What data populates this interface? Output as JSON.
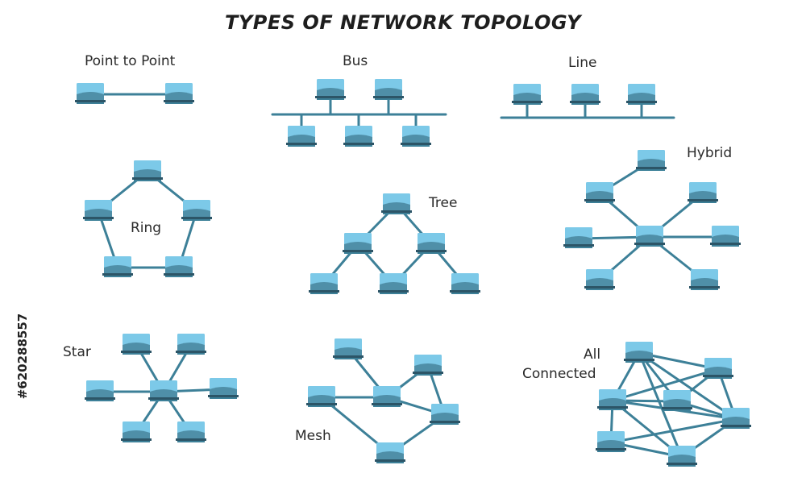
{
  "title": "TYPES OF NETWORK TOPOLOGY",
  "stock_id": "#620288557",
  "colors": {
    "line": "#3d8098",
    "screen": "#7cc9e8",
    "screen_dark": "#4f8fa8",
    "base": "#2c5567",
    "title": "#1e1e1e"
  },
  "nodes": {
    "icon": "laptop-icon"
  },
  "topologies": {
    "point_to_point": {
      "label": "Point to Point"
    },
    "bus": {
      "label": "Bus"
    },
    "line": {
      "label": "Line"
    },
    "ring": {
      "label": "Ring"
    },
    "tree": {
      "label": "Tree"
    },
    "hybrid": {
      "label": "Hybrid"
    },
    "star": {
      "label": "Star"
    },
    "mesh": {
      "label": "Mesh"
    },
    "all_connected": {
      "label_line1": "All",
      "label_line2": "Connected"
    }
  }
}
